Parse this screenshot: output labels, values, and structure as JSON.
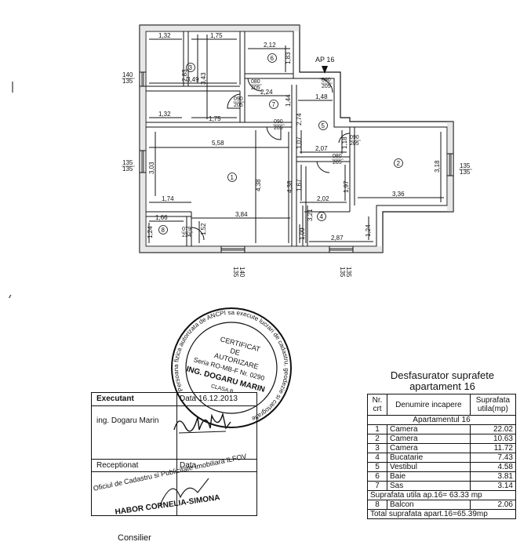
{
  "plan": {
    "apartment_marker": "AP 16",
    "dims": {
      "a": "1,32",
      "b": "1,75",
      "c": "2,12",
      "d": "1,83",
      "e": "2,83",
      "f": "3,43",
      "g": "3,49",
      "h": "2,24",
      "i": "1,48",
      "j": "1,44",
      "k": "2,74",
      "l": "1,32",
      "m": "1,75",
      "n": "5,58",
      "o": "1,07",
      "p": "2,07",
      "q": "1,18",
      "r": "3,03",
      "s": "4,38",
      "t": "4,38",
      "u": "1,67",
      "v": "1,97",
      "w": "3,18",
      "x": "1,74",
      "y": "2,02",
      "z": "3,36",
      "aa": "3,21",
      "ab": "1,66",
      "ac": "3,84",
      "ad": "1,52",
      "ae": "1,24",
      "af": "1,09",
      "ag": "2,87",
      "ah": "1,24"
    },
    "windows": {
      "w1": "140\n135",
      "w2": "135\n135",
      "w3": "135\n135",
      "w4": "140\n135",
      "w5": "135\n135"
    },
    "window_labels": {
      "w1a": "140",
      "w1b": "135",
      "w2a": "135",
      "w2b": "135",
      "w3a": "135",
      "w3b": "135",
      "w4a": "140",
      "w4b": "135",
      "w5a": "135",
      "w5b": "135"
    },
    "doors": {
      "d1a": "080",
      "d1b": "205",
      "d2a": "090",
      "d2b": "205",
      "d3a": "090",
      "d3b": "205",
      "d4a": "090",
      "d4b": "205",
      "d5a": "090",
      "d5b": "205",
      "d6a": "080",
      "d6b": "205",
      "d7a": "079",
      "d7b": "234"
    },
    "rooms": [
      "1",
      "2",
      "3",
      "4",
      "5",
      "6",
      "7",
      "8"
    ]
  },
  "stamp": {
    "inner": [
      "CERTIFICAT",
      "DE",
      "AUTORIZARE",
      "Seria RO-MB-F Nr. 0290"
    ],
    "name": "ING. DOGARU MARIN",
    "ring": "Persoana fizica autorizata de ANCPI sa execute lucrari de cadastru, geodezie si cartografie",
    "class": "CLASA B"
  },
  "executant": {
    "label": "Executant",
    "name": "ing. Dogaru Marin",
    "date_label": "Data",
    "date": "16.12.2013",
    "receptionat": "Receptionat",
    "rec_date_label": "Data"
  },
  "bottom": {
    "office": "Oficiul de Cadastru si Publicitate Imobiliara ILFOV",
    "person": "HABOR CORNELIA-SIMONA",
    "role": "Consilier"
  },
  "summary": {
    "title1": "Desfasurator suprafete",
    "title2": "apartament 16",
    "h_nr": "Nr.",
    "h_crt": "crt",
    "h_den": "Denumire incapere",
    "h_s1": "Suprafata",
    "h_s2": "utila(mp)",
    "section": "Apartamentul 16",
    "rows": [
      {
        "nr": "1",
        "name": "Camera",
        "area": "22.02"
      },
      {
        "nr": "2",
        "name": "Camera",
        "area": "10.63"
      },
      {
        "nr": "3",
        "name": "Camera",
        "area": "11.72"
      },
      {
        "nr": "4",
        "name": "Bucatarie",
        "area": "7.43"
      },
      {
        "nr": "5",
        "name": "Vestibul",
        "area": "4.58"
      },
      {
        "nr": "6",
        "name": "Baie",
        "area": "3.81"
      },
      {
        "nr": "7",
        "name": "Sas",
        "area": "3.14"
      }
    ],
    "util": "Suprafata utila  ap.16= 63.33 mp",
    "balcon": {
      "nr": "8",
      "name": "Balcon",
      "area": "2.06"
    },
    "total": "Total suprafata apart.16=65.39mp"
  }
}
